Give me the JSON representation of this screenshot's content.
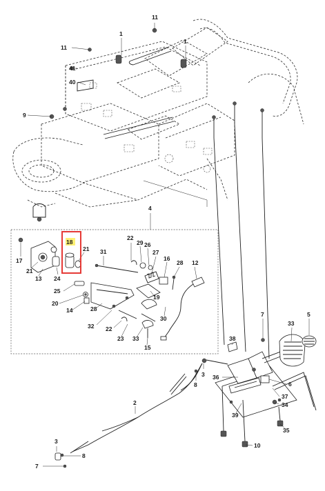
{
  "diagram": {
    "highlight": {
      "label": "18",
      "box_color": "#e53935",
      "fill_color": "#fff176"
    },
    "callouts": [
      {
        "id": "c11a",
        "text": "11"
      },
      {
        "id": "c1a",
        "text": "1"
      },
      {
        "id": "c11b",
        "text": "11"
      },
      {
        "id": "c1b",
        "text": "1"
      },
      {
        "id": "c41",
        "text": "41"
      },
      {
        "id": "c40",
        "text": "40"
      },
      {
        "id": "c9",
        "text": "9"
      },
      {
        "id": "c4",
        "text": "4"
      },
      {
        "id": "c18",
        "text": "18"
      },
      {
        "id": "c17",
        "text": "17"
      },
      {
        "id": "c21a",
        "text": "21"
      },
      {
        "id": "c13",
        "text": "13"
      },
      {
        "id": "c24",
        "text": "24"
      },
      {
        "id": "c21b",
        "text": "21"
      },
      {
        "id": "c31",
        "text": "31"
      },
      {
        "id": "c22a",
        "text": "22"
      },
      {
        "id": "c29",
        "text": "29"
      },
      {
        "id": "c26",
        "text": "26"
      },
      {
        "id": "c27",
        "text": "27"
      },
      {
        "id": "c16",
        "text": "16"
      },
      {
        "id": "c28a",
        "text": "28"
      },
      {
        "id": "c12",
        "text": "12"
      },
      {
        "id": "c25",
        "text": "25"
      },
      {
        "id": "c20",
        "text": "20"
      },
      {
        "id": "c14",
        "text": "14"
      },
      {
        "id": "c28b",
        "text": "28"
      },
      {
        "id": "c19",
        "text": "19"
      },
      {
        "id": "c30",
        "text": "30"
      },
      {
        "id": "c32",
        "text": "32"
      },
      {
        "id": "c22b",
        "text": "22"
      },
      {
        "id": "c23",
        "text": "23"
      },
      {
        "id": "c33a",
        "text": "33"
      },
      {
        "id": "c15",
        "text": "15"
      },
      {
        "id": "c7a",
        "text": "7"
      },
      {
        "id": "c5",
        "text": "5"
      },
      {
        "id": "c33b",
        "text": "33"
      },
      {
        "id": "c38",
        "text": "38"
      },
      {
        "id": "c3a",
        "text": "3"
      },
      {
        "id": "c36",
        "text": "36"
      },
      {
        "id": "c8a",
        "text": "8"
      },
      {
        "id": "c6",
        "text": "6"
      },
      {
        "id": "c37",
        "text": "37"
      },
      {
        "id": "c34",
        "text": "34"
      },
      {
        "id": "c39",
        "text": "39"
      },
      {
        "id": "c35",
        "text": "35"
      },
      {
        "id": "c2",
        "text": "2"
      },
      {
        "id": "c10",
        "text": "10"
      },
      {
        "id": "c3b",
        "text": "3"
      },
      {
        "id": "c8b",
        "text": "8"
      },
      {
        "id": "c7b",
        "text": "7"
      }
    ]
  }
}
